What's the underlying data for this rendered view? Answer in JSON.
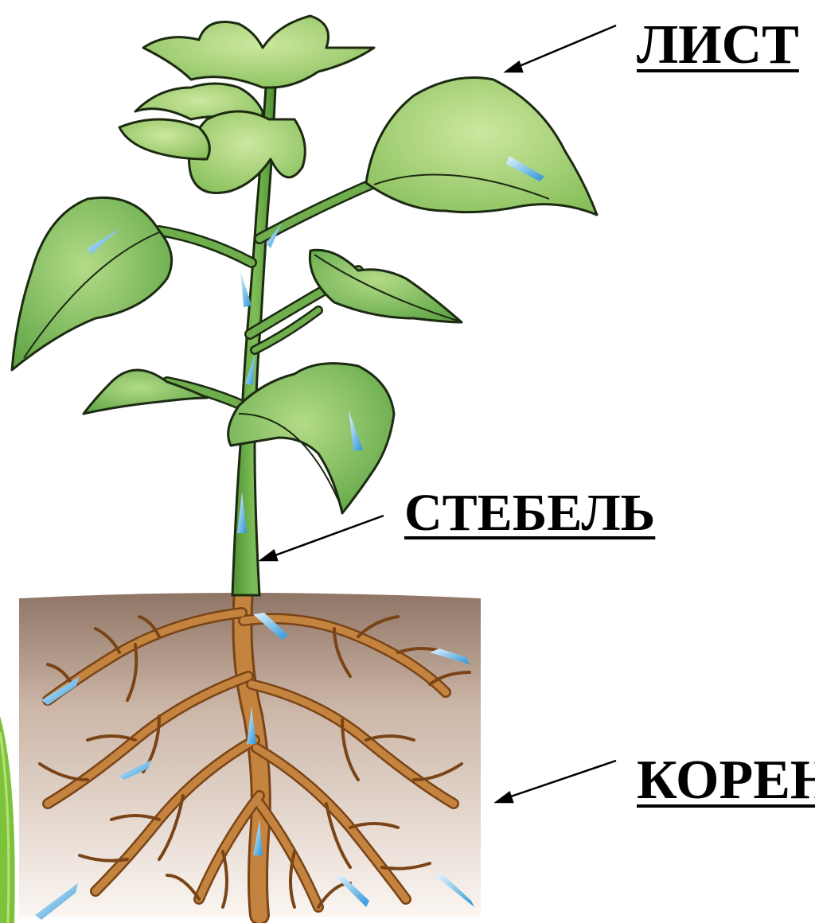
{
  "labels": {
    "leaf": "ЛИСТ",
    "stem": "СТЕБЕЛЬ",
    "root": "КОРЕНЬ"
  },
  "colors": {
    "leaf_fill": "#7bbf5a",
    "leaf_light": "#a9d47a",
    "stem": "#5d9e3f",
    "soil_top": "#8a6e5e",
    "soil_bottom": "#f6ede6",
    "root": "#a8662c",
    "water_arrow": "#3aa6e0",
    "outline": "#1d2a12"
  }
}
